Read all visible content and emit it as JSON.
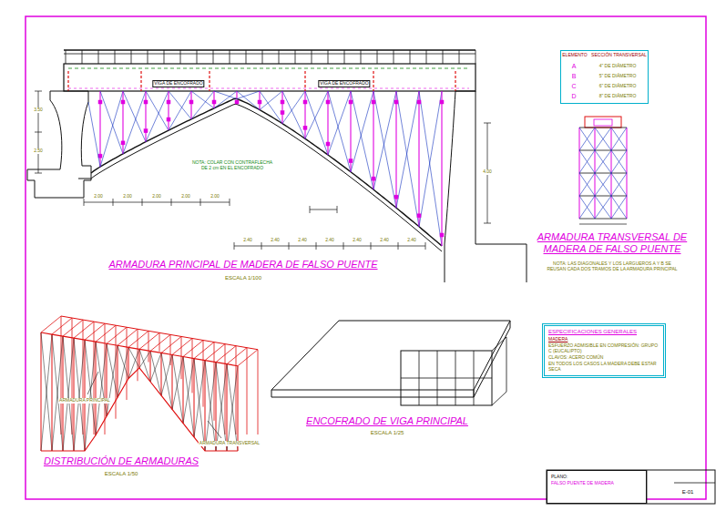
{
  "diagram": {
    "nodes": [
      {
        "text": [
          "ELEMENTO",
          "SECCIÓN TRANSVERSAL"
        ]
      },
      {
        "text": [
          "ESPECIFICACIONES GENERALES",
          "MADERA",
          "ESFUERZO ADMISIBLE EN COMPRESIÓN: GRUPO C (EUCALIPTO)",
          "CLAVOS: ACERO COMÚN",
          "EN TODOS LOS CASOS LA MADERA DEBE ESTAR SECA"
        ]
      },
      {
        "text": [
          "PLANO:",
          "FALSO PUENTE DE MADERA"
        ]
      }
    ],
    "labels": [
      "ARMADURA PRINCIPAL DE MADERA DE FALSO PUENTE",
      "ESCALA 1/100",
      "ARMADURA TRANSVERSAL DE MADERA DE FALSO PUENTE",
      "NOTA: LAS DIAGONALES Y LOS LARGUEROS A Y B SE REUSAN CADA DOS TRAMOS DE LA ARMADURA PRINCIPAL",
      "DISTRIBUCIÓN DE ARMADURAS",
      "ESCALA 1/50",
      "ENCOFRADO DE VIGA PRINCIPAL",
      "ESCALA 1/25",
      "NOTA: COLAR CON CONTRAFLECHA DE 2 cm EN EL ENCOFRADO",
      "VIGA DE ENCOFRADO",
      "VIGA DE ENCOFRADO",
      "ARMADURA PRINCIPAL",
      "ARMADURA TRANSVERSAL",
      "A",
      "B",
      "C",
      "D",
      "4\" DE DIÁMETRO",
      "5\" DE DIÁMETRO",
      "6\" DE DIÁMETRO",
      "8\" DE DIÁMETRO",
      "2.00",
      "2.00",
      "2.00",
      "2.00",
      "2.00",
      "2.40",
      "2.40",
      "2.40",
      "2.40",
      "2.40",
      "2.40",
      "2.40",
      "3.50",
      "2.50",
      "4.00",
      "E-01"
    ]
  }
}
